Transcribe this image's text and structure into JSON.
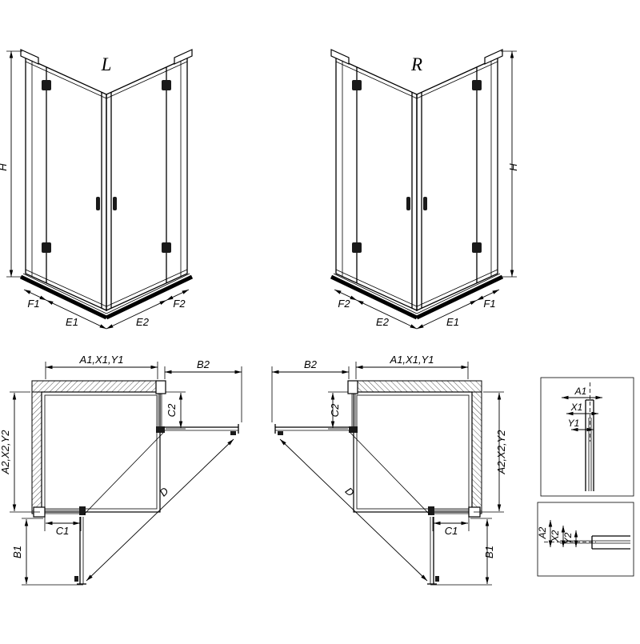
{
  "drawing": {
    "iso_left": {
      "label": "L",
      "height": "H",
      "seg1": "F1",
      "seg2": "E1",
      "seg3": "E2",
      "seg4": "F2"
    },
    "iso_right": {
      "label": "R",
      "height": "H",
      "seg1": "F2",
      "seg2": "E2",
      "seg3": "E1",
      "seg4": "F1"
    },
    "plan_left": {
      "width_top": "A1,X1,Y1",
      "door_top": "B2",
      "panel_side": "C2",
      "depth_side": "A2,X2,Y2",
      "door_side": "B1",
      "panel_bottom": "C1",
      "diagonal": "D"
    },
    "plan_right": {
      "width_top": "A1,X1,Y1",
      "door_top": "B2",
      "panel_side": "C2",
      "depth_side": "A2,X2,Y2",
      "door_side": "B1",
      "panel_bottom": "C1",
      "diagonal": "D"
    },
    "detail_wall_profile": {
      "dim1": "A1",
      "dim2": "X1",
      "dim3": "Y1"
    },
    "detail_floor_profile": {
      "dim1": "A2",
      "dim2": "X2",
      "dim3": "Y2"
    }
  },
  "colors": {
    "line": "#000000",
    "background": "#ffffff",
    "hardware": "#1a1a1a"
  }
}
